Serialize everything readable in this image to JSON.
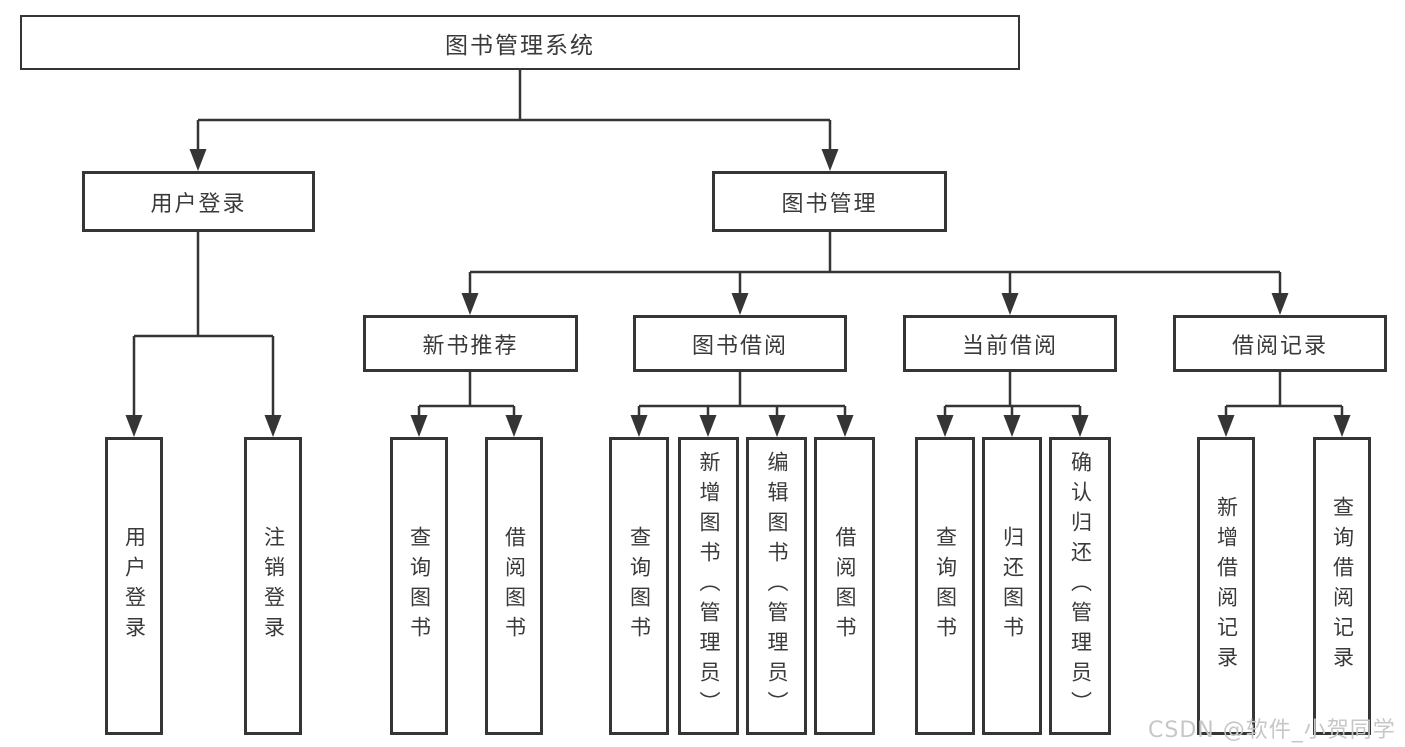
{
  "tree": {
    "root": "图书管理系统",
    "children": [
      {
        "label": "用户登录",
        "children": [
          {
            "label": "用户登录"
          },
          {
            "label": "注销登录"
          }
        ]
      },
      {
        "label": "图书管理",
        "children": [
          {
            "label": "新书推荐",
            "children": [
              {
                "label": "查询图书"
              },
              {
                "label": "借阅图书"
              }
            ]
          },
          {
            "label": "图书借阅",
            "children": [
              {
                "label": "查询图书"
              },
              {
                "label": "新增图书（管理员）"
              },
              {
                "label": "编辑图书（管理员）"
              },
              {
                "label": "借阅图书"
              }
            ]
          },
          {
            "label": "当前借阅",
            "children": [
              {
                "label": "查询图书"
              },
              {
                "label": "归还图书"
              },
              {
                "label": "确认归还（管理员）"
              }
            ]
          },
          {
            "label": "借阅记录",
            "children": [
              {
                "label": "新增借阅记录"
              },
              {
                "label": "查询借阅记录"
              }
            ]
          }
        ]
      }
    ]
  },
  "watermark": {
    "text": "CSDN @软件_小贺同学"
  },
  "colors": {
    "line": "#353535",
    "text": "#3a3a3a",
    "background": "#ffffff",
    "watermark": "#c7c7c7"
  }
}
